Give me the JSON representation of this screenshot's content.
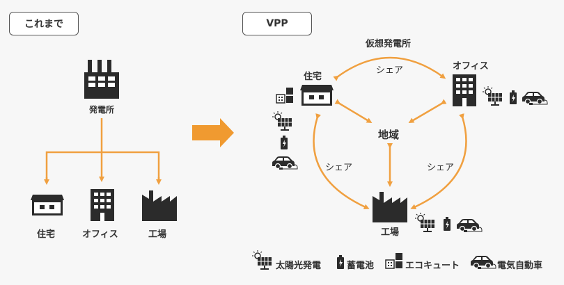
{
  "tags": {
    "before": "これまで",
    "vpp": "VPP"
  },
  "before": {
    "plant_label": "発電所",
    "consumers": [
      "住宅",
      "オフィス",
      "工場"
    ]
  },
  "vpp": {
    "virtual_plant_label": "仮想発電所",
    "center_label": "地域",
    "share_label": "シェア",
    "nodes": {
      "house": "住宅",
      "office": "オフィス",
      "factory": "工場"
    }
  },
  "legend": [
    "太陽光発電",
    "蓄電池",
    "エコキュート",
    "電気自動車"
  ],
  "colors": {
    "arrow": "#f0a040",
    "icon": "#2b2b2b",
    "accent": "#f09a30"
  }
}
